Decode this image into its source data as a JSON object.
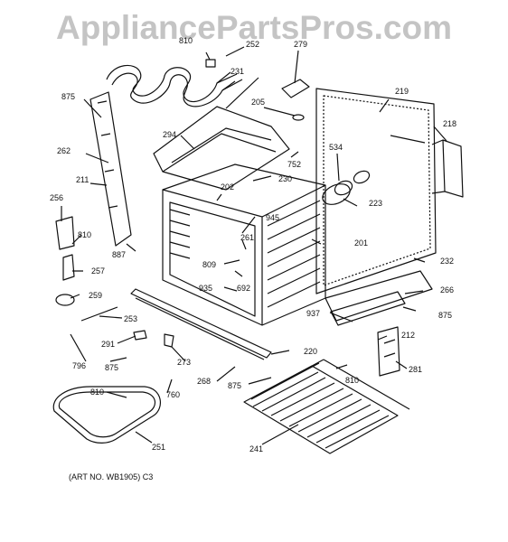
{
  "watermark": "AppliancePartsPros.com",
  "art_no": "(ART NO. WB1905) C3",
  "colors": {
    "line": "#111111",
    "watermark": "#c4c4c4"
  },
  "callouts": {
    "p810_top": "810",
    "p252": "252",
    "p279": "279",
    "p875_a": "875",
    "p231": "231",
    "p219": "219",
    "p205": "205",
    "p218": "218",
    "p294": "294",
    "p262": "262",
    "p752": "752",
    "p534": "534",
    "p211": "211",
    "p230": "230",
    "p202": "202",
    "p223": "223",
    "p256": "256",
    "p945": "945",
    "p201": "201",
    "p810_mid": "810",
    "p261": "261",
    "p887": "887",
    "p232": "232",
    "p257": "257",
    "p809": "809",
    "p692": "692",
    "p935": "935",
    "p266": "266",
    "p259": "259",
    "p875_b": "875",
    "p253": "253",
    "p937": "937",
    "p212": "212",
    "p291": "291",
    "p220": "220",
    "p796": "796",
    "p875_c": "875",
    "p273": "273",
    "p281": "281",
    "p268": "268",
    "p810_low": "810",
    "p875_d": "875",
    "p810_bot": "810",
    "p760": "760",
    "p241": "241",
    "p251": "251"
  }
}
